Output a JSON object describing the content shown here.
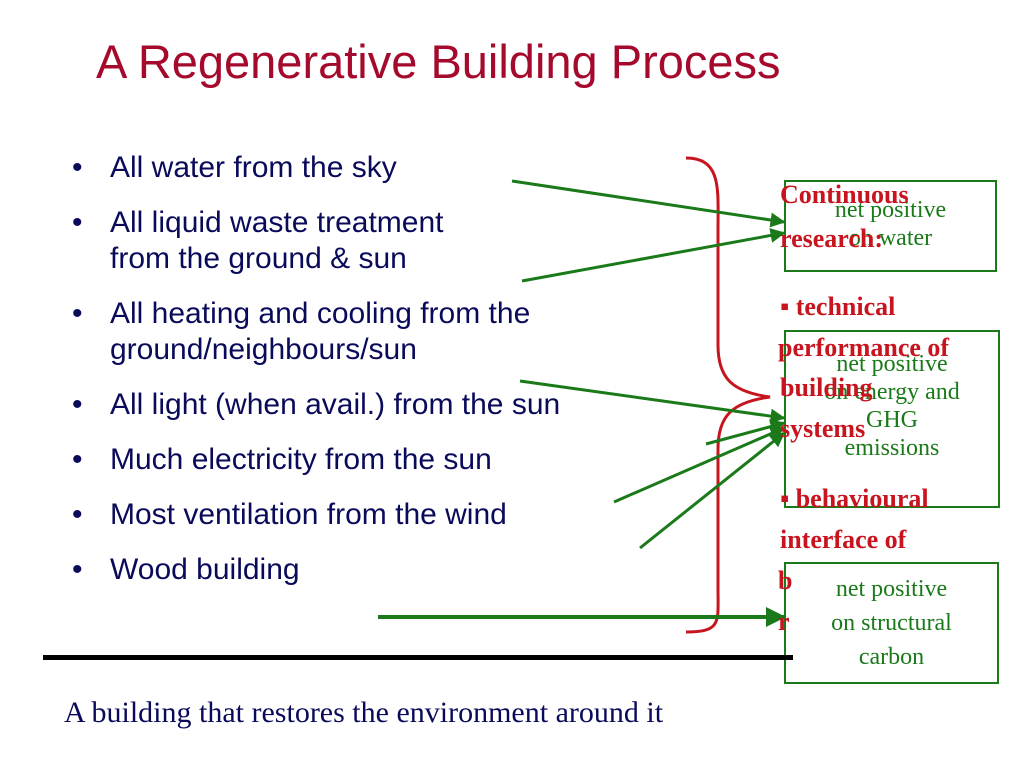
{
  "title": "A Regenerative Building Process",
  "bullets": [
    {
      "marker": "•",
      "line1": "All water from the sky",
      "line2": ""
    },
    {
      "marker": "•",
      "line1": "All liquid waste treatment",
      "line2": "from the ground & sun"
    },
    {
      "marker": "•",
      "line1": "All heating and cooling from the",
      "line2": "ground/neighbours/sun"
    },
    {
      "marker": "•",
      "line1": "All light (when avail.) from the sun",
      "line2": ""
    },
    {
      "marker": "•",
      "line1": "Much electricity from the sun",
      "line2": ""
    },
    {
      "marker": "•",
      "line1": "Most ventilation from the wind",
      "line2": ""
    },
    {
      "marker": "•",
      "line1": "Wood building",
      "line2": ""
    }
  ],
  "boxes": {
    "water": [
      "net positive",
      "on water"
    ],
    "energy": [
      "net positive",
      "on energy and",
      "GHG",
      "emissions"
    ],
    "carbon": [
      "net positive",
      "on structural",
      "carbon"
    ]
  },
  "overlay": {
    "line1": "Continuous",
    "line2": "research:",
    "line3": "▪ technical",
    "line4": "performance of",
    "line5": "building",
    "line6": "systems",
    "line7": "▪ behavioural",
    "line8": "interface of",
    "line9": "b",
    "line10": "r"
  },
  "footer": "A building that restores the environment around it",
  "colors": {
    "title": "#a50a2d",
    "text": "#0a0a5a",
    "green": "#1a7a1a",
    "red": "#c8141e"
  }
}
